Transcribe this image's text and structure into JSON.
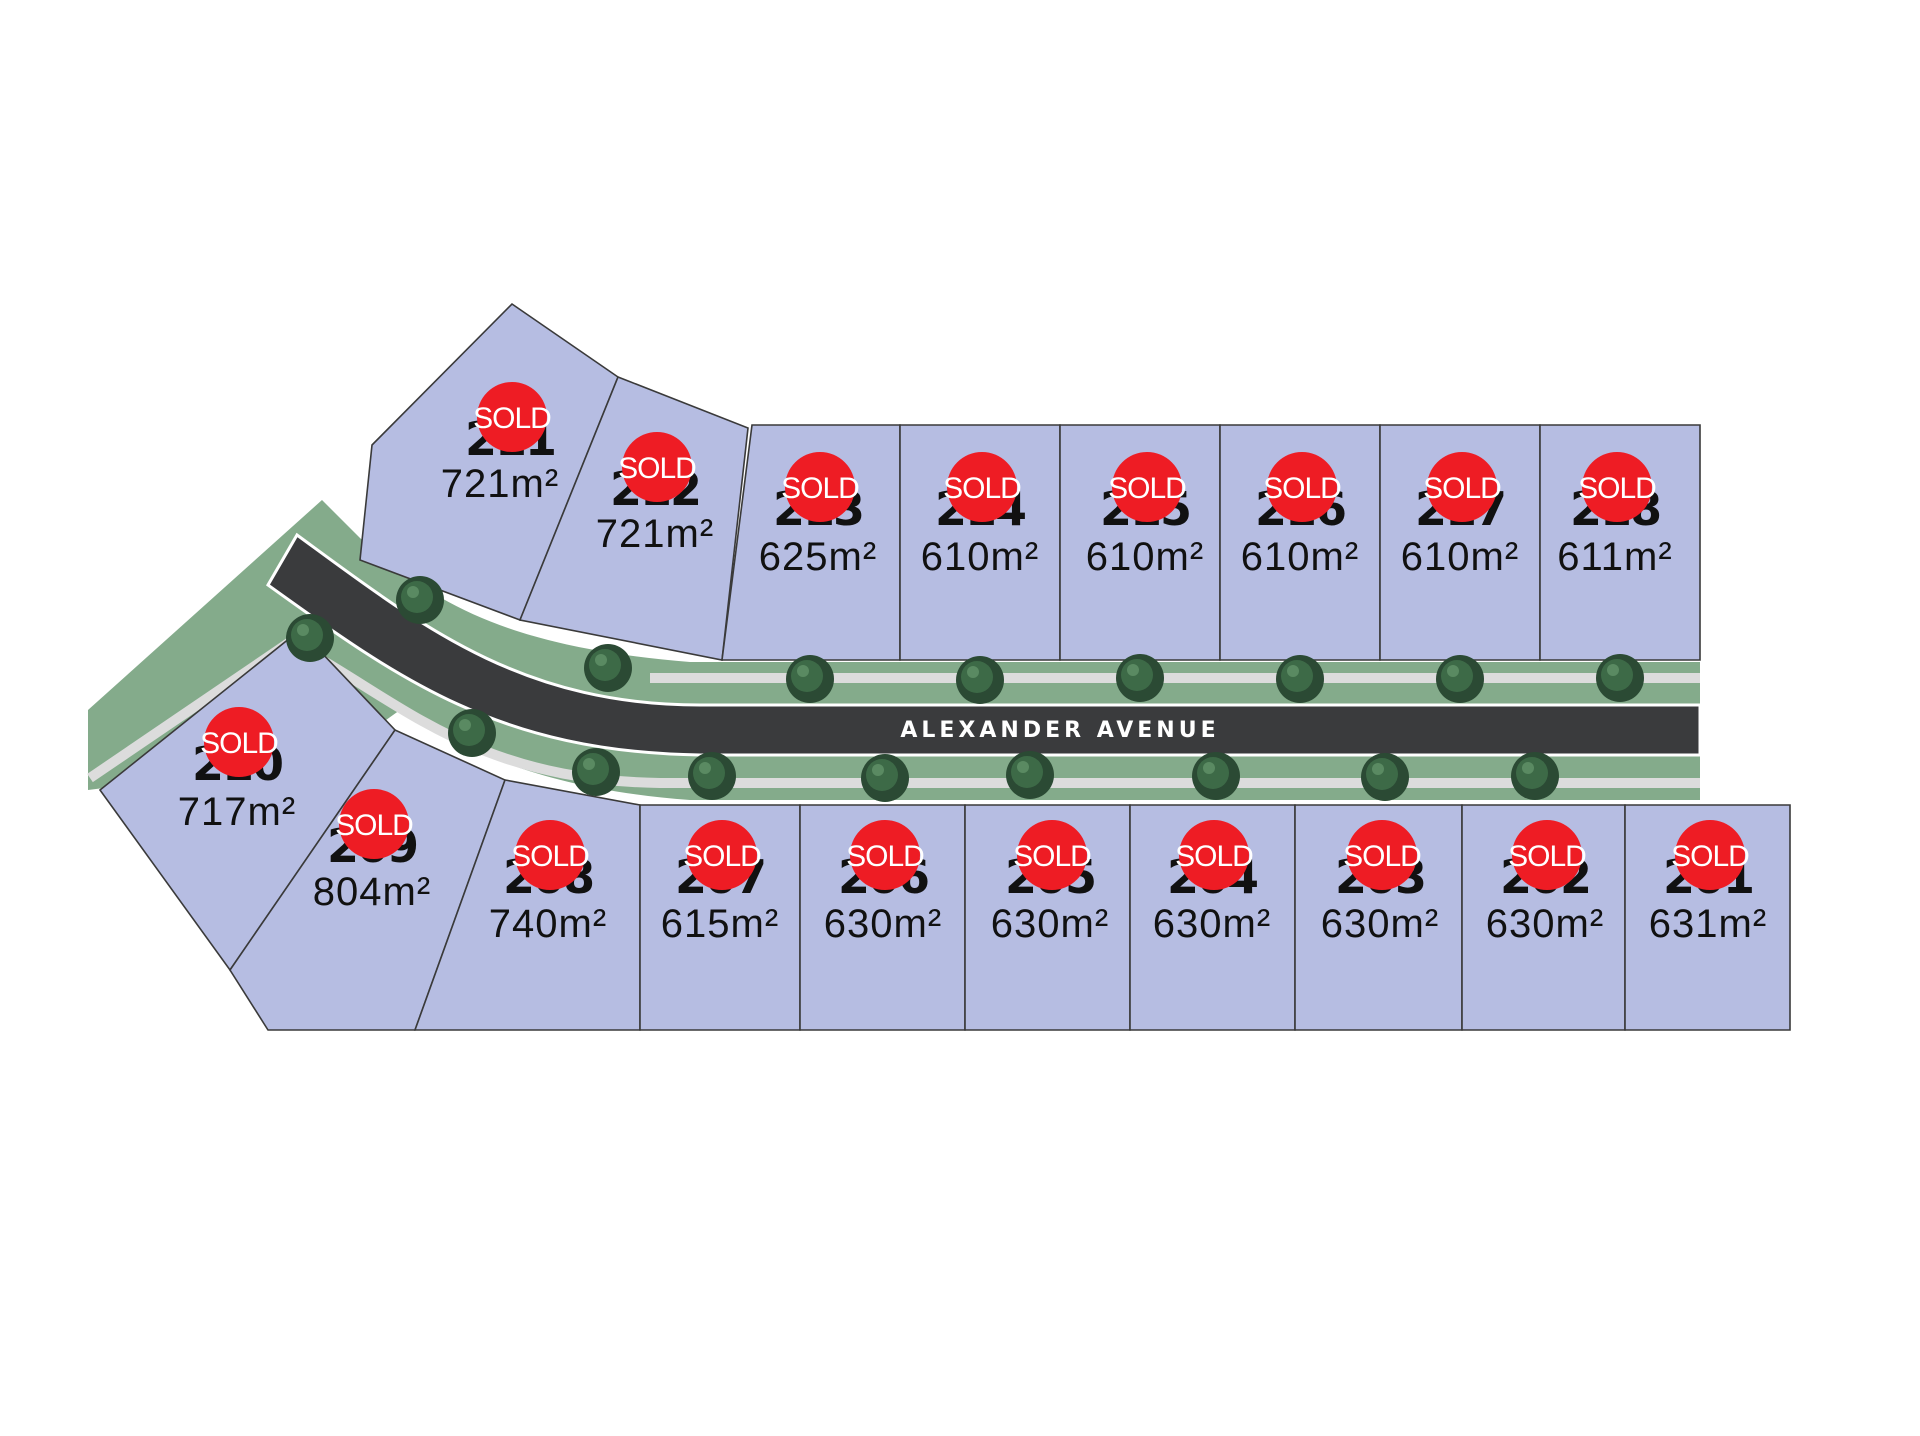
{
  "street": {
    "name": "ALEXANDER AVENUE"
  },
  "colors": {
    "lot": "#b6bde2",
    "verge": "#84ab8b",
    "road": "#3a3b3d",
    "footpath": "#dcdcdc",
    "sold_badge": "#ee1c24"
  },
  "lots": [
    {
      "number": "211",
      "area": "721m²",
      "status": "SOLD"
    },
    {
      "number": "212",
      "area": "721m²",
      "status": "SOLD"
    },
    {
      "number": "213",
      "area": "625m²",
      "status": "SOLD"
    },
    {
      "number": "214",
      "area": "610m²",
      "status": "SOLD"
    },
    {
      "number": "215",
      "area": "610m²",
      "status": "SOLD"
    },
    {
      "number": "216",
      "area": "610m²",
      "status": "SOLD"
    },
    {
      "number": "217",
      "area": "610m²",
      "status": "SOLD"
    },
    {
      "number": "218",
      "area": "611m²",
      "status": "SOLD"
    },
    {
      "number": "210",
      "area": "717m²",
      "status": "SOLD"
    },
    {
      "number": "209",
      "area": "804m²",
      "status": "SOLD"
    },
    {
      "number": "208",
      "area": "740m²",
      "status": "SOLD"
    },
    {
      "number": "207",
      "area": "615m²",
      "status": "SOLD"
    },
    {
      "number": "206",
      "area": "630m²",
      "status": "SOLD"
    },
    {
      "number": "205",
      "area": "630m²",
      "status": "SOLD"
    },
    {
      "number": "204",
      "area": "630m²",
      "status": "SOLD"
    },
    {
      "number": "203",
      "area": "630m²",
      "status": "SOLD"
    },
    {
      "number": "202",
      "area": "630m²",
      "status": "SOLD"
    },
    {
      "number": "201",
      "area": "631m²",
      "status": "SOLD"
    }
  ]
}
